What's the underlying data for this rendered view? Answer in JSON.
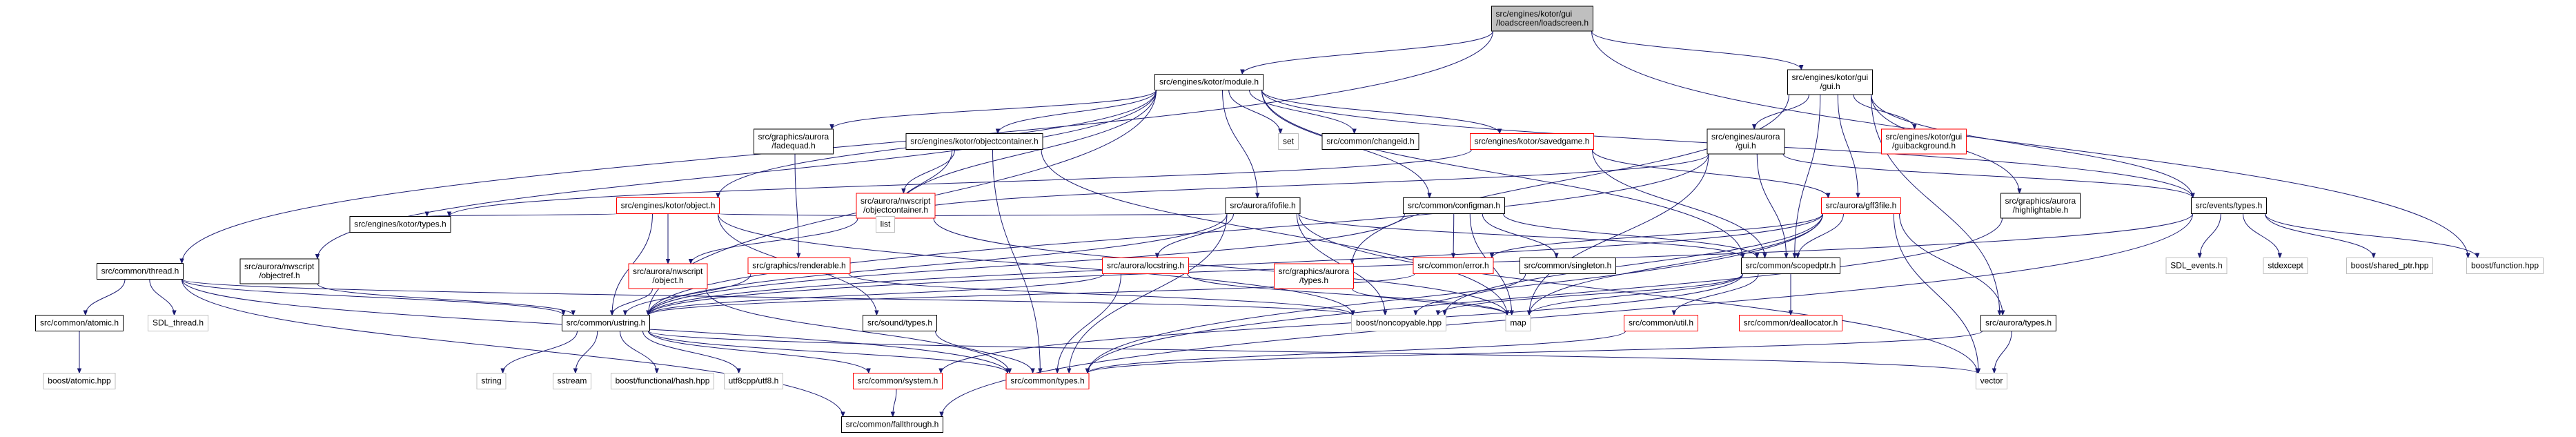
{
  "graph": {
    "colors": {
      "edge": "#191970",
      "normal_border": "#000000",
      "linked_border": "#ff0000",
      "external_border": "#bfbfbf",
      "root_fill": "#bfbfbf",
      "fill": "#ffffff",
      "text": "#000000"
    },
    "nodes": [
      {
        "id": "loadscreen",
        "lines": [
          "src/engines/kotor/gui",
          "/loadscreen/loadscreen.h"
        ],
        "kind": "root"
      },
      {
        "id": "module",
        "lines": [
          "src/engines/kotor/module.h"
        ],
        "kind": "normal"
      },
      {
        "id": "kotor_gui",
        "lines": [
          "src/engines/kotor/gui",
          "/gui.h"
        ],
        "kind": "normal"
      },
      {
        "id": "thread",
        "lines": [
          "src/common/thread.h"
        ],
        "kind": "normal"
      },
      {
        "id": "objectref",
        "lines": [
          "src/aurora/nwscript",
          "/objectref.h"
        ],
        "kind": "normal"
      },
      {
        "id": "fadequad",
        "lines": [
          "src/graphics/aurora",
          "/fadequad.h"
        ],
        "kind": "normal"
      },
      {
        "id": "objectcontainer",
        "lines": [
          "src/engines/kotor/objectcontainer.h"
        ],
        "kind": "normal"
      },
      {
        "id": "set",
        "lines": [
          "set"
        ],
        "kind": "external"
      },
      {
        "id": "changeid",
        "lines": [
          "src/common/changeid.h"
        ],
        "kind": "normal"
      },
      {
        "id": "savedgame",
        "lines": [
          "src/engines/kotor/savedgame.h"
        ],
        "kind": "linked"
      },
      {
        "id": "aurora_gui",
        "lines": [
          "src/engines/aurora",
          "/gui.h"
        ],
        "kind": "normal"
      },
      {
        "id": "guibackground",
        "lines": [
          "src/engines/kotor/gui",
          "/guibackground.h"
        ],
        "kind": "linked"
      },
      {
        "id": "kotor_object",
        "lines": [
          "src/engines/kotor/object.h"
        ],
        "kind": "linked"
      },
      {
        "id": "nws_objectcontainer",
        "lines": [
          "src/aurora/nwscript",
          "/objectcontainer.h"
        ],
        "kind": "linked"
      },
      {
        "id": "ifofile",
        "lines": [
          "src/aurora/ifofile.h"
        ],
        "kind": "normal"
      },
      {
        "id": "configman",
        "lines": [
          "src/common/configman.h"
        ],
        "kind": "normal"
      },
      {
        "id": "gff3file",
        "lines": [
          "src/aurora/gff3file.h"
        ],
        "kind": "linked"
      },
      {
        "id": "highlightable",
        "lines": [
          "src/graphics/aurora",
          "/highlightable.h"
        ],
        "kind": "normal"
      },
      {
        "id": "events_types",
        "lines": [
          "src/events/types.h"
        ],
        "kind": "normal"
      },
      {
        "id": "kotor_types",
        "lines": [
          "src/engines/kotor/types.h"
        ],
        "kind": "normal"
      },
      {
        "id": "nws_object",
        "lines": [
          "src/aurora/nwscript",
          "/object.h"
        ],
        "kind": "linked"
      },
      {
        "id": "list",
        "lines": [
          "list"
        ],
        "kind": "external"
      },
      {
        "id": "renderable",
        "lines": [
          "src/graphics/renderable.h"
        ],
        "kind": "linked"
      },
      {
        "id": "locstring",
        "lines": [
          "src/aurora/locstring.h"
        ],
        "kind": "linked"
      },
      {
        "id": "gfx_aurora_types",
        "lines": [
          "src/graphics/aurora",
          "/types.h"
        ],
        "kind": "linked"
      },
      {
        "id": "error",
        "lines": [
          "src/common/error.h"
        ],
        "kind": "linked"
      },
      {
        "id": "singleton",
        "lines": [
          "src/common/singleton.h"
        ],
        "kind": "normal"
      },
      {
        "id": "scopedptr",
        "lines": [
          "src/common/scopedptr.h"
        ],
        "kind": "normal"
      },
      {
        "id": "sdl_events",
        "lines": [
          "SDL_events.h"
        ],
        "kind": "external"
      },
      {
        "id": "stdexcept",
        "lines": [
          "stdexcept"
        ],
        "kind": "external"
      },
      {
        "id": "shared_ptr",
        "lines": [
          "boost/shared_ptr.hpp"
        ],
        "kind": "external"
      },
      {
        "id": "function",
        "lines": [
          "boost/function.hpp"
        ],
        "kind": "external"
      },
      {
        "id": "atomic_h",
        "lines": [
          "src/common/atomic.h"
        ],
        "kind": "normal"
      },
      {
        "id": "sdl_thread",
        "lines": [
          "SDL_thread.h"
        ],
        "kind": "external"
      },
      {
        "id": "ustring",
        "lines": [
          "src/common/ustring.h"
        ],
        "kind": "normal"
      },
      {
        "id": "sound_types",
        "lines": [
          "src/sound/types.h"
        ],
        "kind": "normal"
      },
      {
        "id": "noncopyable",
        "lines": [
          "boost/noncopyable.hpp"
        ],
        "kind": "external"
      },
      {
        "id": "map",
        "lines": [
          "map"
        ],
        "kind": "external"
      },
      {
        "id": "util",
        "lines": [
          "src/common/util.h"
        ],
        "kind": "linked"
      },
      {
        "id": "deallocator",
        "lines": [
          "src/common/deallocator.h"
        ],
        "kind": "linked"
      },
      {
        "id": "aurora_types",
        "lines": [
          "src/aurora/types.h"
        ],
        "kind": "normal"
      },
      {
        "id": "atomic_hpp",
        "lines": [
          "boost/atomic.hpp"
        ],
        "kind": "external"
      },
      {
        "id": "string",
        "lines": [
          "string"
        ],
        "kind": "external"
      },
      {
        "id": "sstream",
        "lines": [
          "sstream"
        ],
        "kind": "external"
      },
      {
        "id": "hash",
        "lines": [
          "boost/functional/hash.hpp"
        ],
        "kind": "external"
      },
      {
        "id": "utf8",
        "lines": [
          "utf8cpp/utf8.h"
        ],
        "kind": "external"
      },
      {
        "id": "system",
        "lines": [
          "src/common/system.h"
        ],
        "kind": "linked"
      },
      {
        "id": "common_types",
        "lines": [
          "src/common/types.h"
        ],
        "kind": "linked"
      },
      {
        "id": "vector",
        "lines": [
          "vector"
        ],
        "kind": "external"
      },
      {
        "id": "fallthrough",
        "lines": [
          "src/common/fallthrough.h"
        ],
        "kind": "normal"
      }
    ],
    "edges": [
      [
        "loadscreen",
        "module"
      ],
      [
        "loadscreen",
        "kotor_gui"
      ],
      [
        "loadscreen",
        "thread"
      ],
      [
        "loadscreen",
        "function"
      ],
      [
        "module",
        "objectref"
      ],
      [
        "module",
        "fadequad"
      ],
      [
        "module",
        "objectcontainer"
      ],
      [
        "module",
        "set"
      ],
      [
        "module",
        "changeid"
      ],
      [
        "module",
        "savedgame"
      ],
      [
        "module",
        "kotor_object"
      ],
      [
        "module",
        "ifofile"
      ],
      [
        "module",
        "configman"
      ],
      [
        "module",
        "list"
      ],
      [
        "module",
        "ustring"
      ],
      [
        "module",
        "scopedptr"
      ],
      [
        "module",
        "events_types"
      ],
      [
        "kotor_gui",
        "aurora_gui"
      ],
      [
        "kotor_gui",
        "guibackground"
      ],
      [
        "kotor_gui",
        "gff3file"
      ],
      [
        "kotor_gui",
        "highlightable"
      ],
      [
        "kotor_gui",
        "events_types"
      ],
      [
        "kotor_gui",
        "scopedptr"
      ],
      [
        "kotor_gui",
        "aurora_types"
      ],
      [
        "kotor_gui",
        "gfx_aurora_types"
      ],
      [
        "thread",
        "atomic_h"
      ],
      [
        "thread",
        "sdl_thread"
      ],
      [
        "thread",
        "ustring"
      ],
      [
        "thread",
        "noncopyable"
      ],
      [
        "thread",
        "common_types"
      ],
      [
        "thread",
        "fallthrough"
      ],
      [
        "atomic_h",
        "atomic_hpp"
      ],
      [
        "objectref",
        "ustring"
      ],
      [
        "fadequad",
        "renderable"
      ],
      [
        "objectcontainer",
        "nws_objectcontainer"
      ],
      [
        "objectcontainer",
        "list"
      ],
      [
        "objectcontainer",
        "common_types"
      ],
      [
        "objectcontainer",
        "map"
      ],
      [
        "savedgame",
        "gff3file"
      ],
      [
        "savedgame",
        "scopedptr"
      ],
      [
        "savedgame",
        "kotor_types"
      ],
      [
        "aurora_gui",
        "ustring"
      ],
      [
        "aurora_gui",
        "list"
      ],
      [
        "aurora_gui",
        "map"
      ],
      [
        "aurora_gui",
        "events_types"
      ],
      [
        "aurora_gui",
        "scopedptr"
      ],
      [
        "kotor_object",
        "kotor_types"
      ],
      [
        "kotor_object",
        "nws_object"
      ],
      [
        "kotor_object",
        "list"
      ],
      [
        "kotor_object",
        "ustring"
      ],
      [
        "kotor_object",
        "sound_types"
      ],
      [
        "kotor_object",
        "noncopyable"
      ],
      [
        "nws_objectcontainer",
        "nws_object"
      ],
      [
        "nws_objectcontainer",
        "list"
      ],
      [
        "nws_objectcontainer",
        "map"
      ],
      [
        "nws_object",
        "ustring"
      ],
      [
        "nws_object",
        "common_types"
      ],
      [
        "renderable",
        "ustring"
      ],
      [
        "renderable",
        "noncopyable"
      ],
      [
        "ifofile",
        "locstring"
      ],
      [
        "ifofile",
        "list"
      ],
      [
        "ifofile",
        "ustring"
      ],
      [
        "ifofile",
        "common_types"
      ],
      [
        "ifofile",
        "noncopyable"
      ],
      [
        "ifofile",
        "scopedptr"
      ],
      [
        "ifofile",
        "vector"
      ],
      [
        "configman",
        "error"
      ],
      [
        "configman",
        "singleton"
      ],
      [
        "configman",
        "scopedptr"
      ],
      [
        "configman",
        "map"
      ],
      [
        "configman",
        "ustring"
      ],
      [
        "gff3file",
        "scopedptr"
      ],
      [
        "gff3file",
        "map"
      ],
      [
        "gff3file",
        "noncopyable"
      ],
      [
        "gff3file",
        "aurora_types"
      ],
      [
        "gff3file",
        "common_types"
      ],
      [
        "gff3file",
        "ustring"
      ],
      [
        "gff3file",
        "vector"
      ],
      [
        "gff3file",
        "error"
      ],
      [
        "highlightable",
        "common_types"
      ],
      [
        "events_types",
        "sdl_events"
      ],
      [
        "events_types",
        "stdexcept"
      ],
      [
        "events_types",
        "shared_ptr"
      ],
      [
        "events_types",
        "function"
      ],
      [
        "events_types",
        "ustring"
      ],
      [
        "events_types",
        "fallthrough"
      ],
      [
        "locstring",
        "ustring"
      ],
      [
        "locstring",
        "common_types"
      ],
      [
        "locstring",
        "map"
      ],
      [
        "gfx_aurora_types",
        "map"
      ],
      [
        "error",
        "ustring"
      ],
      [
        "singleton",
        "noncopyable"
      ],
      [
        "scopedptr",
        "util"
      ],
      [
        "scopedptr",
        "deallocator"
      ],
      [
        "scopedptr",
        "noncopyable"
      ],
      [
        "scopedptr",
        "map"
      ],
      [
        "scopedptr",
        "system"
      ],
      [
        "aurora_types",
        "common_types"
      ],
      [
        "aurora_types",
        "vector"
      ],
      [
        "sound_types",
        "common_types"
      ],
      [
        "ustring",
        "string"
      ],
      [
        "ustring",
        "sstream"
      ],
      [
        "ustring",
        "hash"
      ],
      [
        "ustring",
        "utf8"
      ],
      [
        "ustring",
        "system"
      ],
      [
        "ustring",
        "common_types"
      ],
      [
        "ustring",
        "vector"
      ],
      [
        "util",
        "common_types"
      ],
      [
        "system",
        "fallthrough"
      ]
    ]
  }
}
